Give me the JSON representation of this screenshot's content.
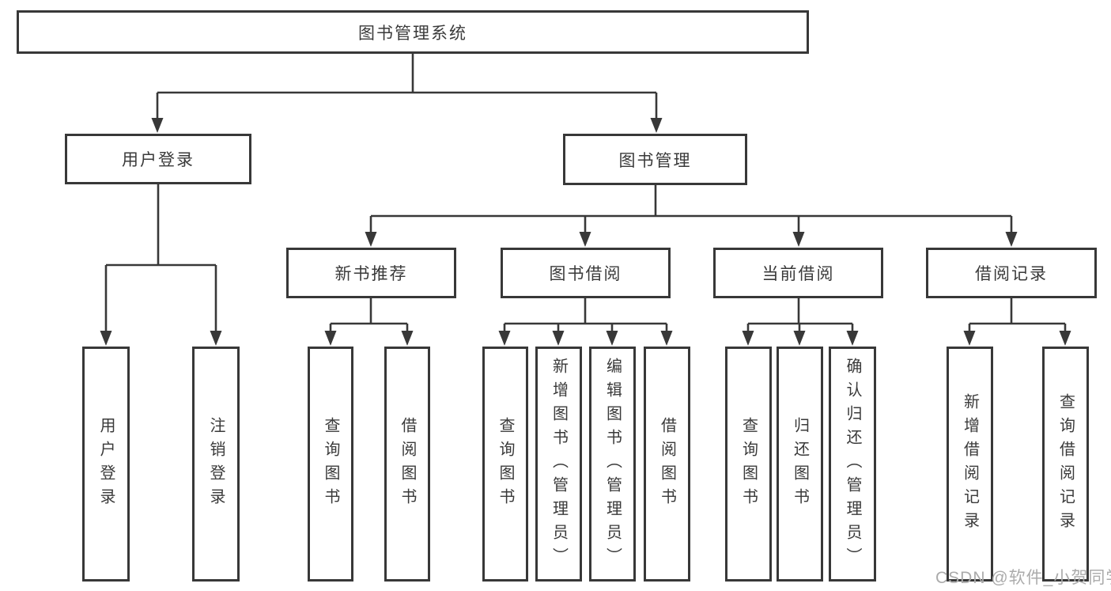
{
  "colors": {
    "line": "#383838",
    "box_border": "#383838",
    "text": "#3a3a3a",
    "watermark": "#ababab",
    "background": "#ffffff"
  },
  "watermark": {
    "text": "CSDN @软件_小贺同学"
  },
  "tree": {
    "root": {
      "label": "图书管理系统"
    },
    "branches": [
      {
        "label": "用户登录",
        "children": [
          {
            "label": "用户登录"
          },
          {
            "label": "注销登录"
          }
        ]
      },
      {
        "label": "图书管理",
        "children": [
          {
            "label": "新书推荐",
            "children": [
              {
                "label": "查询图书"
              },
              {
                "label": "借阅图书"
              }
            ]
          },
          {
            "label": "图书借阅",
            "children": [
              {
                "label": "查询图书"
              },
              {
                "label": "新增图书（管理员）"
              },
              {
                "label": "编辑图书（管理员）"
              },
              {
                "label": "借阅图书"
              }
            ]
          },
          {
            "label": "当前借阅",
            "children": [
              {
                "label": "查询图书"
              },
              {
                "label": "归还图书"
              },
              {
                "label": "确认归还（管理员）"
              }
            ]
          },
          {
            "label": "借阅记录",
            "children": [
              {
                "label": "新增借阅记录"
              },
              {
                "label": "查询借阅记录"
              }
            ]
          }
        ]
      }
    ]
  }
}
